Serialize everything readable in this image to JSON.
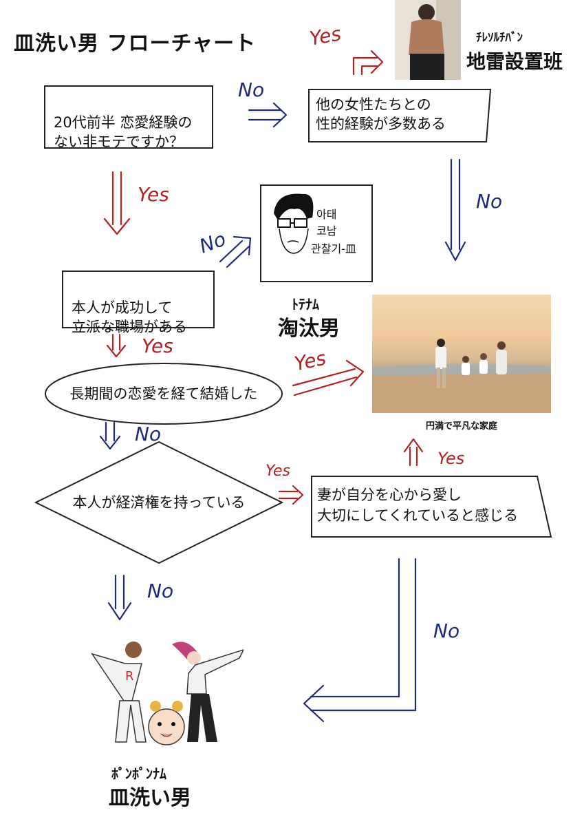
{
  "title": "皿洗い男 フローチャート",
  "nodes": {
    "q1": "20代前半 恋愛経験の\nない非モテですか？",
    "q2": "他の女性たちとの\n性的経験が多数ある",
    "q3": "本人が成功して\n立派な職場がある",
    "q4": "長期間の恋愛を経て結婚した",
    "q5": "本人が経済権を持っている",
    "q6": "妻が自分を心から愛し\n大切にしてくれていると感じる"
  },
  "results": {
    "r1": {
      "small": "ﾁﾚｿﾙﾁﾊﾞﾝ",
      "big": "地雷設置班"
    },
    "r2": {
      "small": "ﾄﾃﾅﾑ",
      "big": "淘汰男",
      "sketch_text": [
        "아태",
        "코남",
        "관찰기-皿"
      ]
    },
    "r3": {
      "caption": "円満で平凡な家庭"
    },
    "r4": {
      "small": "ﾎﾟﾝﾎﾟﾝﾅﾑ",
      "big": "皿洗い男"
    }
  },
  "arrows": {
    "yes": "Yes",
    "no": "No"
  },
  "colors": {
    "yes": "#b22020",
    "no": "#1d2a7a"
  }
}
